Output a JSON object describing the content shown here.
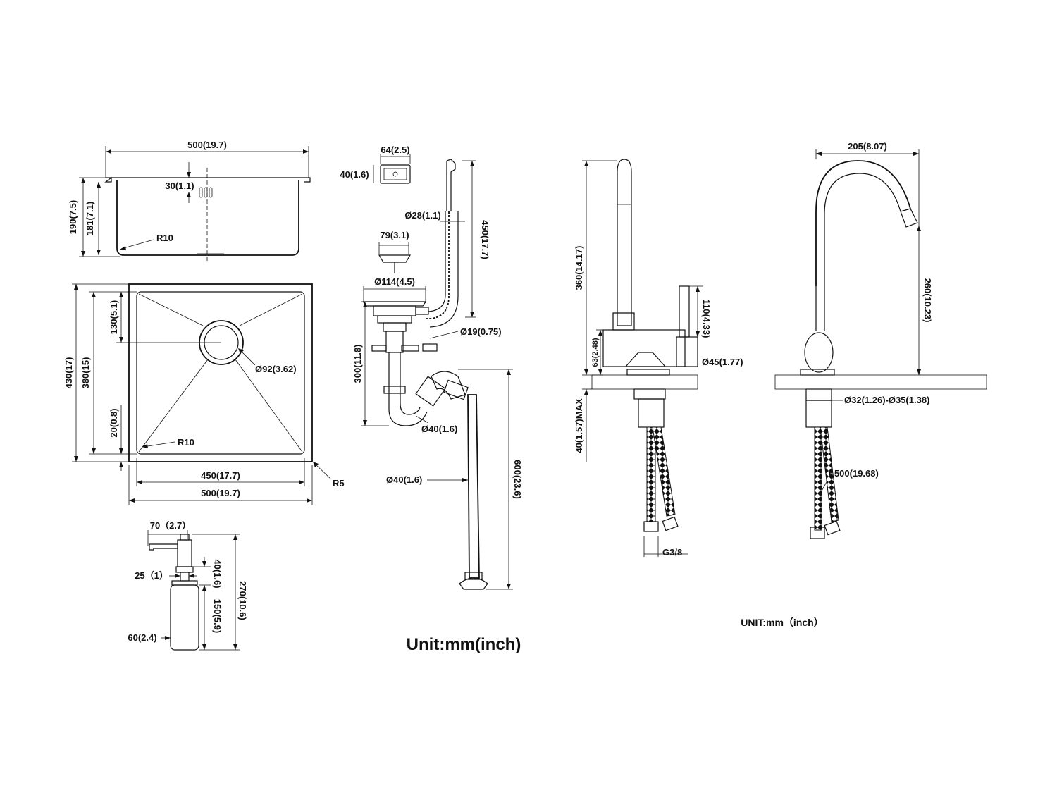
{
  "sink_top": {
    "width": "500(19.7)",
    "height_total": "190(7.5)",
    "height_inner": "181(7.1)",
    "rim": "30(1.1)",
    "radius": "R10"
  },
  "sink_plan": {
    "depth_total": "430(17)",
    "depth_inner": "380(15)",
    "drain_offset": "130(5.1)",
    "bottom_gap": "20(0.8)",
    "drain_dia": "Ø92(3.62)",
    "radius_inner": "R10",
    "radius_outer": "R5",
    "width_inner": "450(17.7)",
    "width_outer": "500(19.7)"
  },
  "dispenser": {
    "spout": "70（2.7）",
    "neck": "25（1）",
    "head": "40(1.6)",
    "bottle_len": "150(5.9)",
    "total": "270(10.6)",
    "bottle_dia": "60(2.4)"
  },
  "drain_kit": {
    "overflow_w": "64(2.5)",
    "overflow_h": "40(1.6)",
    "hose_dia": "Ø28(1.1)",
    "hose_len": "450(17.7)",
    "basket_w": "79(3.1)",
    "strainer_dia": "Ø114(4.5)",
    "side_pipe": "Ø19(0.75)",
    "trap_height": "300(11.8)",
    "trap_dia": "Ø40(1.6)",
    "outlet_dia": "Ø40(1.6)",
    "outlet_len": "600(23.6)",
    "unit_label": "Unit:mm(inch)"
  },
  "faucet_side": {
    "height": "360(14.17)",
    "lever": "110(4.33)",
    "base_h": "63(2.48)",
    "body_dia": "Ø45(1.77)",
    "deck_max": "40(1.57)MAX",
    "thread": "G3/8"
  },
  "faucet_front": {
    "reach": "205(8.07)",
    "spout_h": "260(10.23)",
    "hole_dia": "Ø32(1.26)-Ø35(1.38)",
    "hose_len": "L500(19.68)",
    "unit_label": "UNIT:mm（inch）"
  }
}
